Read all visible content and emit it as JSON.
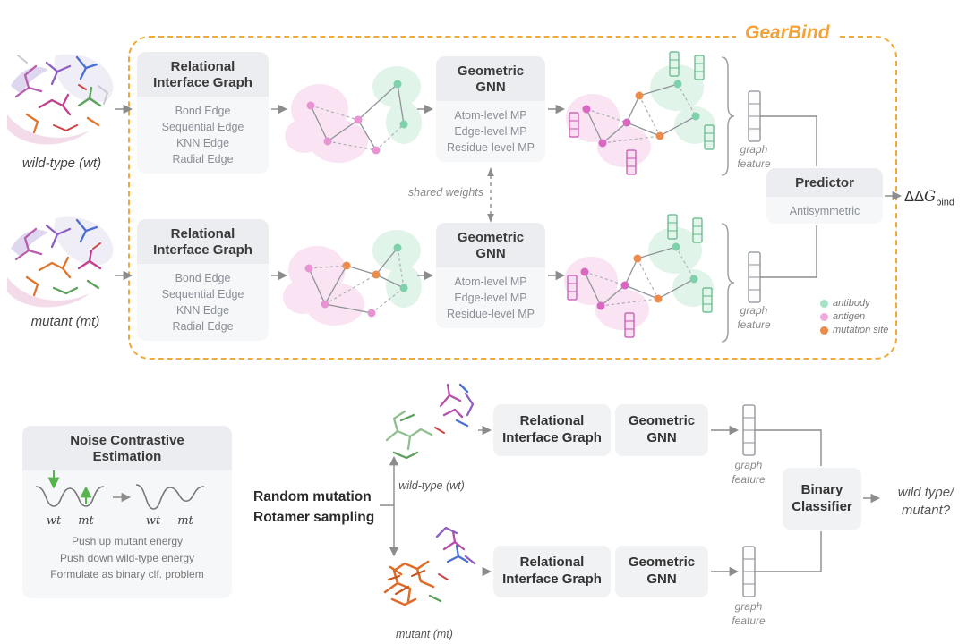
{
  "title": "GearBind",
  "accent_color": "#F2A43B",
  "labels": {
    "graph_feature": "graph feature",
    "shared_weights": "shared weights",
    "wild_type": "wild-type (wt)",
    "mutant": "mutant (mt)"
  },
  "boxes": {
    "rig_title": "Relational Interface Graph",
    "rig_items": [
      "Bond Edge",
      "Sequential Edge",
      "KNN Edge",
      "Radial Edge"
    ],
    "gnn_title": "Geometric GNN",
    "gnn_items": [
      "Atom-level MP",
      "Edge-level MP",
      "Residue-level MP"
    ],
    "predictor_title": "Predictor",
    "predictor_item": "Antisymmetric",
    "classifier_title": "Binary Classifier"
  },
  "output": {
    "ddg_prefix": "ΔΔ",
    "ddg_var": "G",
    "ddg_sub": "bind",
    "classifier_result": [
      "wild type/",
      "mutant?"
    ]
  },
  "legend": {
    "items": [
      {
        "label": "antibody",
        "color": "#A6E3C4"
      },
      {
        "label": "antigen",
        "color": "#F2A9DB"
      },
      {
        "label": "mutation site",
        "color": "#EC8C4A"
      }
    ]
  },
  "nce": {
    "title": "Noise Contrastive Estimation",
    "wt": "wt",
    "mt": "mt",
    "lines": [
      "Push up mutant energy",
      "Push down wild-type energy",
      "Formulate as binary clf. problem"
    ]
  },
  "sampling_lines": [
    "Random mutation",
    "Rotamer sampling"
  ]
}
